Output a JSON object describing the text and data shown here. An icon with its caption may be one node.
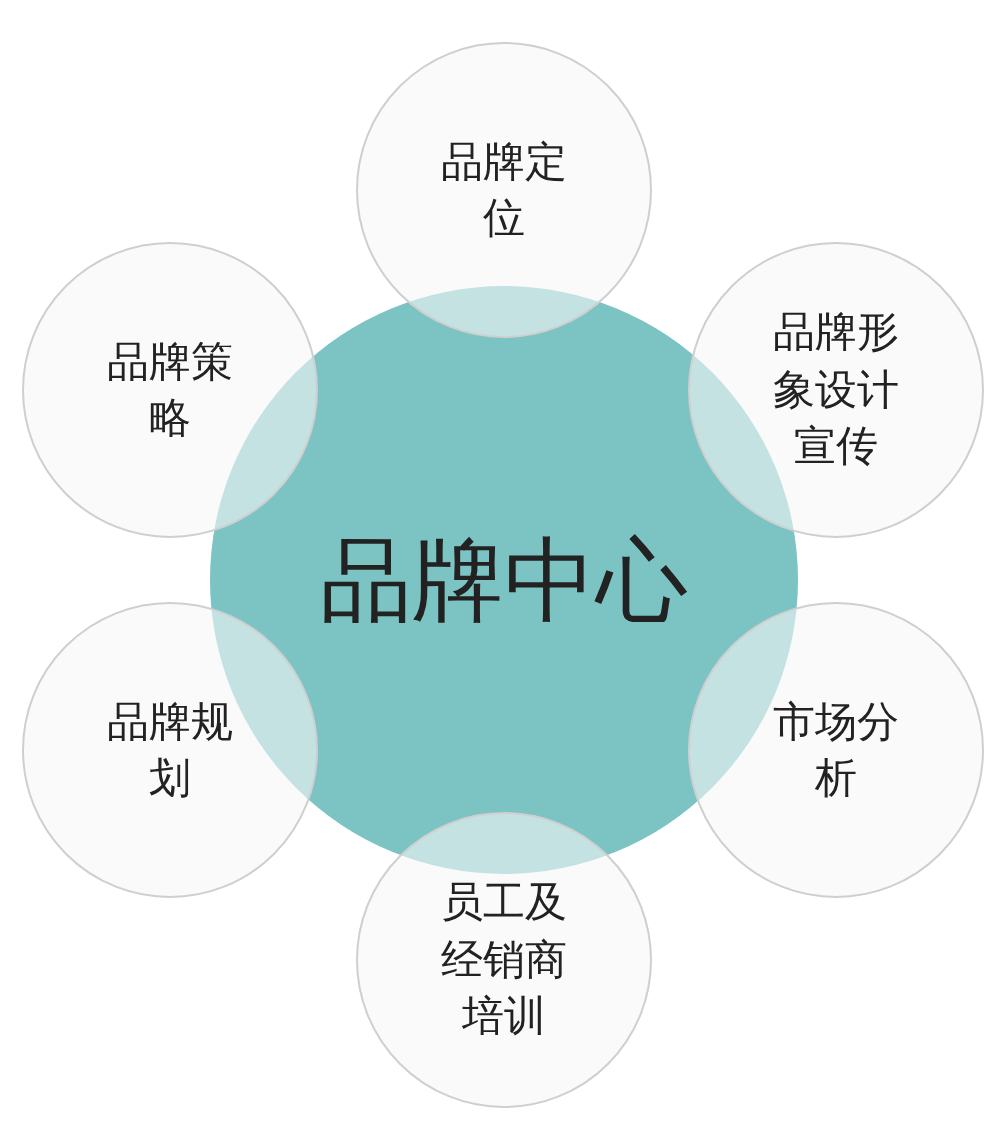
{
  "diagram": {
    "nodes": [
      {
        "text": [
          "品牌中心"
        ]
      },
      {
        "text": [
          "品牌定位"
        ]
      },
      {
        "text": [
          "品牌形象设计宣传"
        ]
      },
      {
        "text": [
          "市场分析"
        ]
      },
      {
        "text": [
          "员工及经销商培训"
        ]
      },
      {
        "text": [
          "品牌规划"
        ]
      },
      {
        "text": [
          "品牌策略"
        ]
      }
    ]
  }
}
